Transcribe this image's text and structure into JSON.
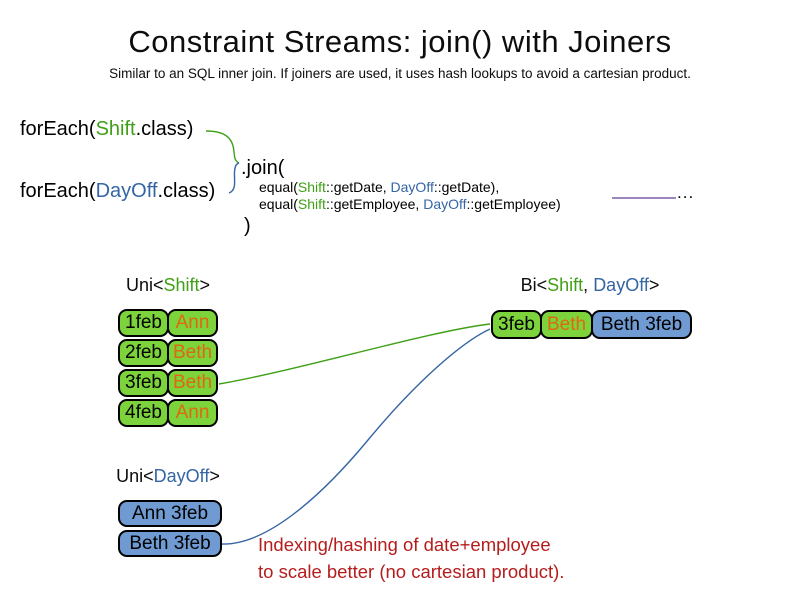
{
  "title": "Constraint Streams: join() with Joiners",
  "subtitle": "Similar to an SQL inner join. If joiners are used, it uses hash lookups to avoid a cartesian product.",
  "code": {
    "foreach_shift": {
      "prefix": "forEach(",
      "class_name": "Shift",
      "suffix": ".class)"
    },
    "foreach_dayoff": {
      "prefix": "forEach(",
      "class_name": "DayOff",
      "suffix": ".class)"
    },
    "join_open": ".join(",
    "joiner1": {
      "prefix": "equal(",
      "shift": "Shift",
      "mid": "::getDate, ",
      "dayoff": "DayOff",
      "suffix": "::getDate),"
    },
    "joiner2": {
      "prefix": "equal(",
      "shift": "Shift",
      "mid": "::getEmployee, ",
      "dayoff": "DayOff",
      "suffix": "::getEmployee)"
    },
    "join_close": ")",
    "ellipsis": "..."
  },
  "uni_shift": {
    "label": {
      "prefix": "Uni<",
      "type": "Shift",
      "suffix": ">"
    },
    "rows": [
      {
        "date": "1feb",
        "employee": "Ann"
      },
      {
        "date": "2feb",
        "employee": "Beth"
      },
      {
        "date": "3feb",
        "employee": "Beth"
      },
      {
        "date": "4feb",
        "employee": "Ann"
      }
    ]
  },
  "bi": {
    "label": {
      "prefix": "Bi<",
      "type1": "Shift",
      "sep": ", ",
      "type2": "DayOff",
      "suffix": ">"
    },
    "row": {
      "date": "3feb",
      "employee": "Beth",
      "dayoff": "Beth 3feb"
    }
  },
  "uni_dayoff": {
    "label": {
      "prefix": "Uni<",
      "type": "DayOff",
      "suffix": ">"
    },
    "rows": [
      {
        "value": "Ann 3feb"
      },
      {
        "value": "Beth 3feb"
      }
    ]
  },
  "note": {
    "line1": "Indexing/hashing of date+employee",
    "line2": "to scale better (no cartesian product)."
  },
  "colors": {
    "shift_green_text": "#3fa017",
    "dayoff_blue_text": "#3465a4",
    "shift_box_green": "#7cd33b",
    "dayoff_box_blue": "#6f9bd2",
    "employee_orange_text": "#e0680e",
    "note_red": "#b51d1d",
    "continuation_purple": "#7b5ea7"
  }
}
